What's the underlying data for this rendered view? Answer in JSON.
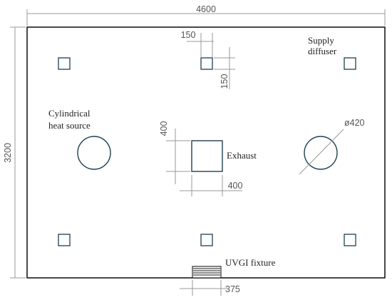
{
  "colors": {
    "outline": "#1a1a1a",
    "equipment": "#1f3f4f",
    "dimension": "#9a9a9a",
    "dimension_text": "#555555"
  },
  "dimensions": {
    "room_length": "4600",
    "room_width": "3200",
    "diffuser_width": "150",
    "diffuser_height": "150",
    "exhaust_height": "400",
    "exhaust_width": "400",
    "heat_source_diameter": "ø420",
    "fixture_width": "375"
  },
  "labels": {
    "supply_diffuser_line1": "Supply",
    "supply_diffuser_line2": "diffuser",
    "heat_source_line1": "Cylindrical",
    "heat_source_line2": "heat source",
    "exhaust": "Exhaust",
    "uvgi_fixture": "UVGI fixture"
  }
}
